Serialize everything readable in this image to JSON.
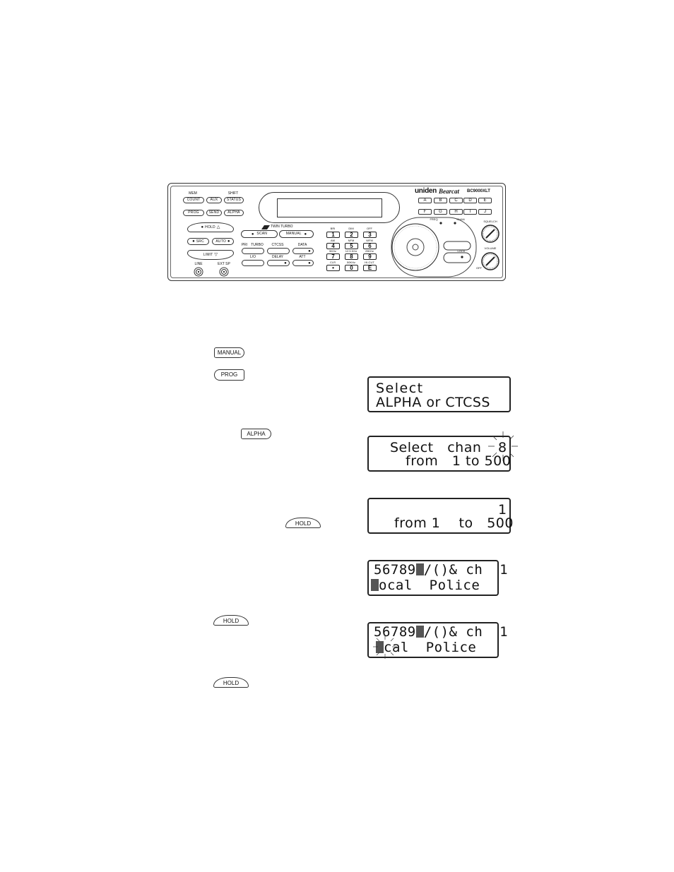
{
  "scanner": {
    "brand": "uniden",
    "model_name": "Bearcat",
    "model_number": "BC9000XLT",
    "top_left_labels": {
      "mem": "MEM",
      "shift": "SHIFT"
    },
    "left_buttons": [
      "COUNT",
      "AUX",
      "STATUS",
      "PROG",
      "SEND",
      "ALPHA"
    ],
    "nav": {
      "hold": "HOLD",
      "src": "SRC",
      "auto": "AUTO",
      "limit": "LIMIT"
    },
    "jacks": {
      "line": "LINE",
      "ext_sp": "EXT SP"
    },
    "twin_turbo": "TWIN TURBO",
    "center_buttons": {
      "scan": "SCAN",
      "manual": "MANUAL",
      "pri": "PRI",
      "turbo": "TURBO",
      "ctcss": "CTCSS",
      "data": "DATA",
      "lo": "L/O",
      "delay": "DELAY",
      "att": "ATT"
    },
    "keypad": [
      {
        "cap": "BRI",
        "key": "1"
      },
      {
        "cap": "DIM",
        "key": "2"
      },
      {
        "cap": "OFF",
        "key": "3"
      },
      {
        "cap": "AM",
        "key": "4"
      },
      {
        "cap": "NFM",
        "key": "5"
      },
      {
        "cap": "WFM",
        "key": "6"
      },
      {
        "cap": "5KHz",
        "key": "7"
      },
      {
        "cap": "12.5 KHz",
        "key": "8"
      },
      {
        "cap": "25KHz",
        "key": "9"
      },
      {
        "cap": "CLR",
        "key": "•"
      },
      {
        "cap": "50KHz",
        "key": "0"
      },
      {
        "cap": "HI-CUT",
        "key": "E"
      }
    ],
    "bank_keys": [
      "A",
      "B",
      "C",
      "D",
      "E",
      "F",
      "G",
      "H",
      "I",
      "J"
    ],
    "knob_labels": {
      "freq": "FREQ",
      "chan": "CHAN",
      "lock": "LOCK",
      "squelch": "SQUELCH",
      "volume": "VOLUME",
      "off": "OFF"
    }
  },
  "steps": {
    "manual_btn": "MANUAL",
    "prog_btn": "PROG",
    "alpha_btn": "ALPHA",
    "hold_btn_1": "HOLD",
    "hold_btn_2": "HOLD",
    "hold_btn_3": "HOLD"
  },
  "displays": {
    "d1": {
      "line1": "Select",
      "line2": "ALPHA or CTCSS"
    },
    "d2": {
      "line1": "Select   chan",
      "value": "8",
      "line2": "from   1 to 500"
    },
    "d3": {
      "value": "1",
      "line2": "from 1    to   500"
    },
    "d4": {
      "line1_a": "56789",
      "line1_b": "/()& ch  1",
      "line2_b": "ocal  Police"
    },
    "d5": {
      "line1_a": "56789",
      "line1_b": "/()& ch  1",
      "line2_b": "cal  Police"
    }
  }
}
